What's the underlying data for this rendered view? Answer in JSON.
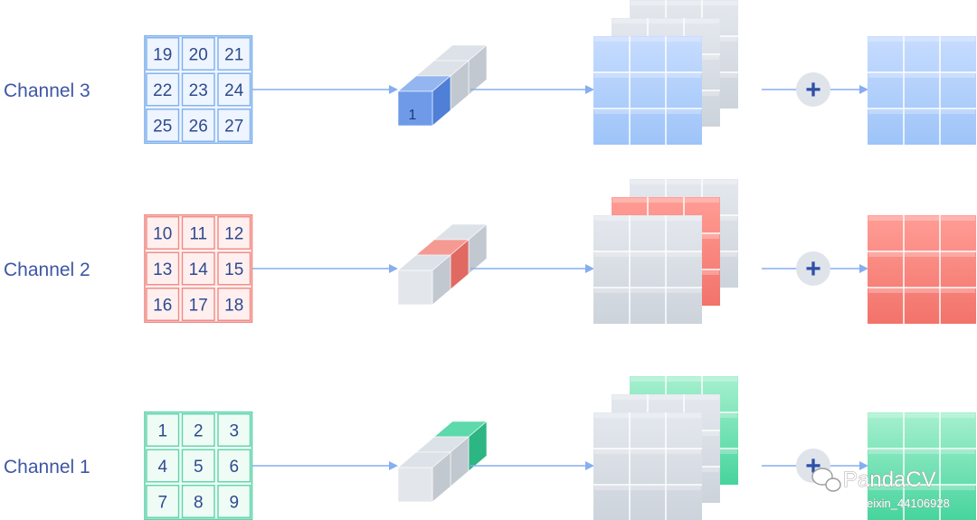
{
  "rows": [
    {
      "label": "Channel 3",
      "numbers": [
        "19",
        "20",
        "21",
        "22",
        "23",
        "24",
        "25",
        "26",
        "27"
      ],
      "kernel_label": "1",
      "plus": "+",
      "colors": {
        "stroke": "#7fb0ec",
        "fill": "#eef5ff",
        "text": "#2e4a8f",
        "map_top": "#c7dcff",
        "map_bottom": "#9ec4f8",
        "map_line": "#ffffff",
        "cube_front": "#6f9ae8",
        "cube_top": "#93b6f0",
        "cube_side": "#4f7fd6"
      }
    },
    {
      "label": "Channel 2",
      "numbers": [
        "10",
        "11",
        "12",
        "13",
        "14",
        "15",
        "16",
        "17",
        "18"
      ],
      "plus": "+",
      "colors": {
        "stroke": "#f08a84",
        "fill": "#fff0ef",
        "text": "#2e4a8f",
        "map_top": "#ff9d95",
        "map_bottom": "#f2736a",
        "map_line": "#ffffff",
        "cube_front": "#f0847c",
        "cube_top": "#f49a93",
        "cube_side": "#e06a62"
      }
    },
    {
      "label": "Channel 1",
      "numbers": [
        "1",
        "2",
        "3",
        "4",
        "5",
        "6",
        "7",
        "8",
        "9"
      ],
      "plus": "+",
      "colors": {
        "stroke": "#5fd3ac",
        "fill": "#effcf6",
        "text": "#2e4a8f",
        "map_top": "#a6f0cf",
        "map_bottom": "#46d49d",
        "map_line": "#ffffff",
        "cube_front": "#3fc99a",
        "cube_top": "#5dd9ab",
        "cube_side": "#2db584"
      }
    }
  ],
  "watermark": {
    "brand": "PandaCV",
    "id": "eixin_44106928"
  }
}
